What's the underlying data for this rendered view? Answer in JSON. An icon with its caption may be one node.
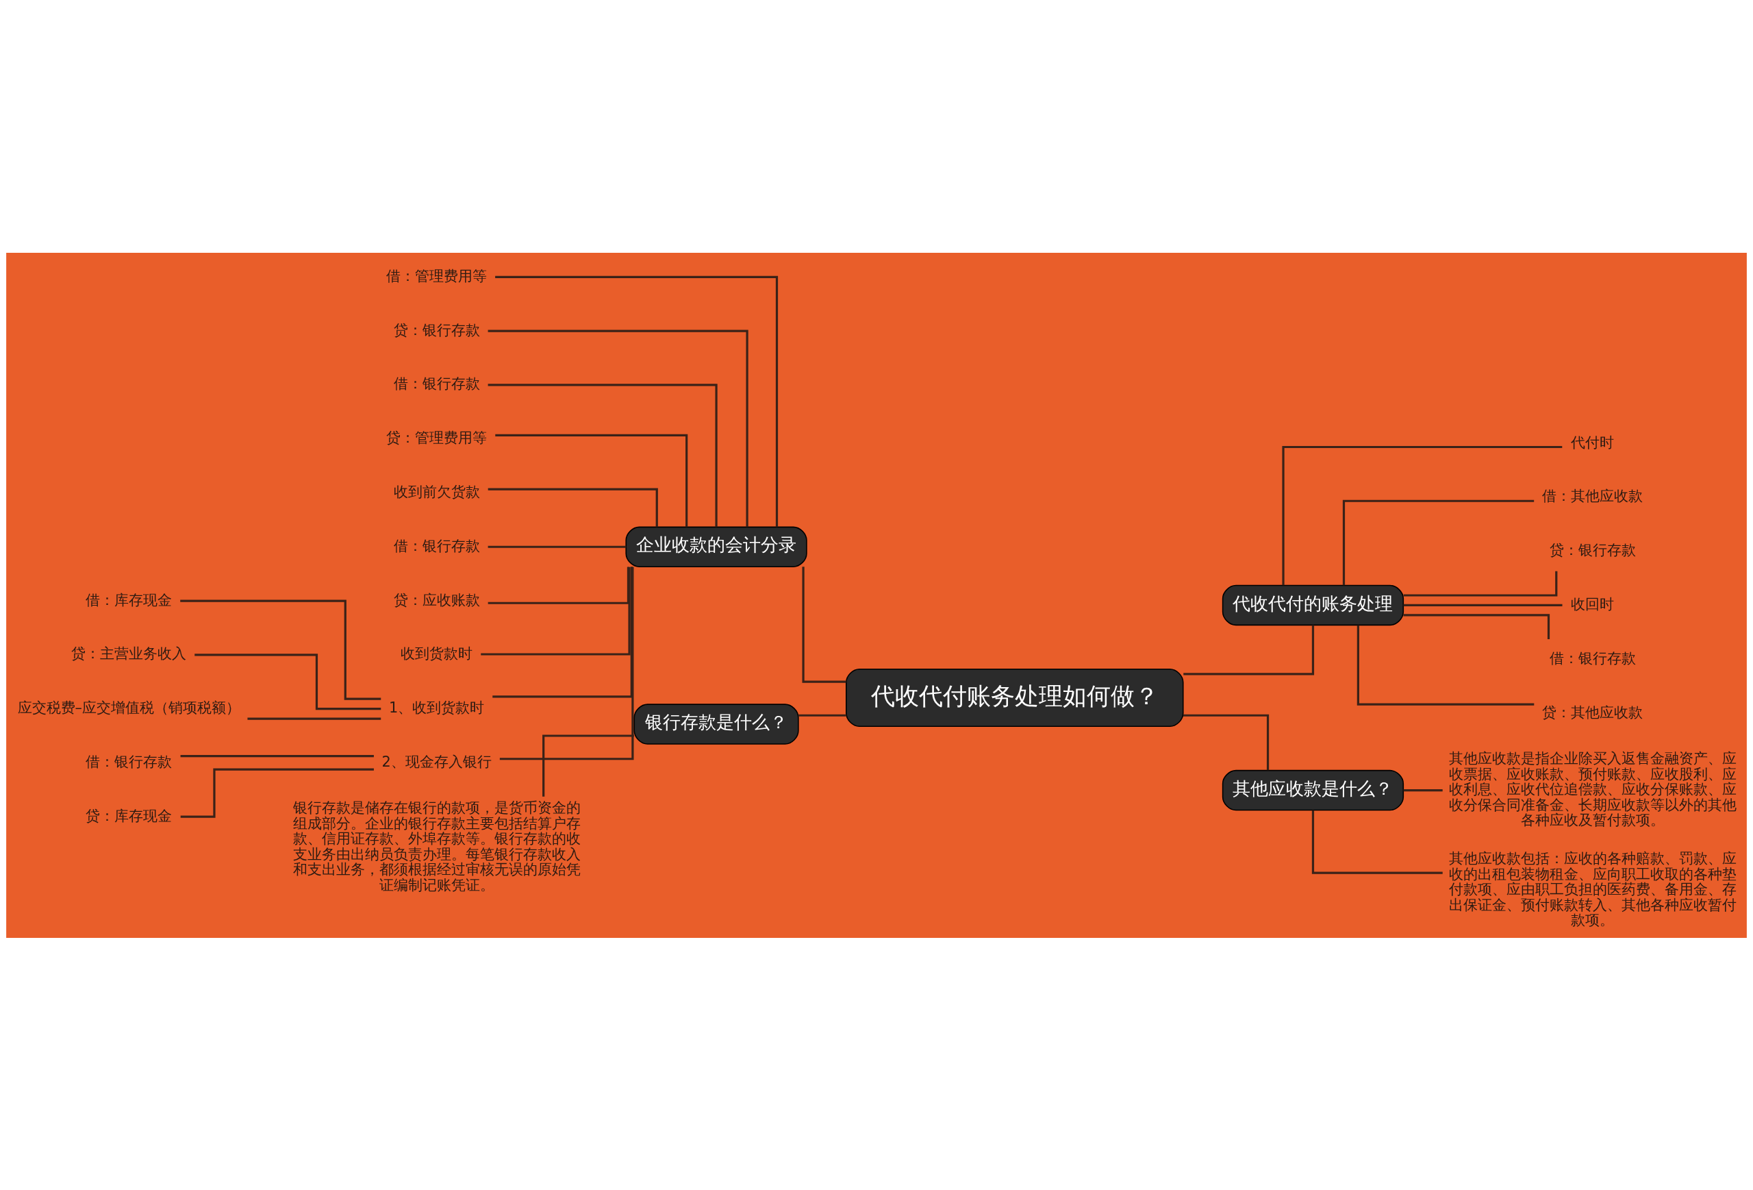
{
  "diagram": {
    "nodes": [
      {
        "text": [
          "代收代付账务处理如何做？"
        ]
      },
      {
        "text": [
          "企业收款的会计分录"
        ]
      },
      {
        "text": [
          "借：管理费用等"
        ]
      },
      {
        "text": [
          "贷：银行存款"
        ]
      },
      {
        "text": [
          "借：银行存款"
        ]
      },
      {
        "text": [
          "贷：管理费用等"
        ]
      },
      {
        "text": [
          "收到前欠货款"
        ]
      },
      {
        "text": [
          "借：银行存款"
        ]
      },
      {
        "text": [
          "贷：应收账款"
        ]
      },
      {
        "text": [
          "收到货款时"
        ]
      },
      {
        "text": [
          "1、收到货款时"
        ]
      },
      {
        "text": [
          "借：库存现金"
        ]
      },
      {
        "text": [
          "贷：主营业务收入"
        ]
      },
      {
        "text": [
          "应交税费–应交增值税（销项税额）"
        ]
      },
      {
        "text": [
          "2、现金存入银行"
        ]
      },
      {
        "text": [
          "借：银行存款"
        ]
      },
      {
        "text": [
          "贷：库存现金"
        ]
      },
      {
        "text": [
          "银行存款是什么？"
        ]
      },
      {
        "text": [
          "银行存款是储存在银行的款项，是货币资金的组成部分。企业的银行存款主要包括结算户存款、信用证存款、外埠存款等。银行存款的收支业务由出纳员负责办理。每笔银行存款收入和支出业务，都须根据经过审核无误的原始凭证编制记账凭证。"
        ]
      },
      {
        "text": [
          "代收代付的账务处理"
        ]
      },
      {
        "text": [
          "代付时"
        ]
      },
      {
        "text": [
          "借：其他应收款"
        ]
      },
      {
        "text": [
          "贷：银行存款"
        ]
      },
      {
        "text": [
          "收回时"
        ]
      },
      {
        "text": [
          "借：银行存款"
        ]
      },
      {
        "text": [
          "贷：其他应收款"
        ]
      },
      {
        "text": [
          "其他应收款是什么？"
        ]
      },
      {
        "text": [
          "其他应收款是指企业除买入返售金融资产、应收票据、应收账款、预付账款、应收股利、应收利息、应收代位追偿款、应收分保账款、应收分保合同准备金、长期应收款等以外的其他各种应收及暂付款项。"
        ]
      },
      {
        "text": [
          "其他应收款包括：应收的各种赔款、罚款、应收的出租包装物租金、应向职工收取的各种垫付款项、应由职工负担的医药费、备用金、存出保证金、预付账款转入、其他各种应收暂付款项。"
        ]
      }
    ],
    "edges": [
      {
        "from": 0,
        "to": 1,
        "arrow": "none"
      },
      {
        "from": 1,
        "to": 2,
        "arrow": "none"
      },
      {
        "from": 1,
        "to": 3,
        "arrow": "none"
      },
      {
        "from": 1,
        "to": 4,
        "arrow": "none"
      },
      {
        "from": 1,
        "to": 5,
        "arrow": "none"
      },
      {
        "from": 1,
        "to": 6,
        "arrow": "none"
      },
      {
        "from": 1,
        "to": 7,
        "arrow": "none"
      },
      {
        "from": 1,
        "to": 8,
        "arrow": "none"
      },
      {
        "from": 1,
        "to": 9,
        "arrow": "none"
      },
      {
        "from": 1,
        "to": 10,
        "arrow": "none"
      },
      {
        "from": 10,
        "to": 11,
        "arrow": "none"
      },
      {
        "from": 10,
        "to": 12,
        "arrow": "none"
      },
      {
        "from": 10,
        "to": 13,
        "arrow": "none"
      },
      {
        "from": 1,
        "to": 14,
        "arrow": "none"
      },
      {
        "from": 14,
        "to": 15,
        "arrow": "none"
      },
      {
        "from": 14,
        "to": 16,
        "arrow": "none"
      },
      {
        "from": 0,
        "to": 17,
        "arrow": "none"
      },
      {
        "from": 17,
        "to": 18,
        "arrow": "none"
      },
      {
        "from": 0,
        "to": 19,
        "arrow": "none"
      },
      {
        "from": 19,
        "to": 20,
        "arrow": "none"
      },
      {
        "from": 19,
        "to": 21,
        "arrow": "none"
      },
      {
        "from": 19,
        "to": 22,
        "arrow": "none"
      },
      {
        "from": 19,
        "to": 23,
        "arrow": "none"
      },
      {
        "from": 19,
        "to": 24,
        "arrow": "none"
      },
      {
        "from": 19,
        "to": 25,
        "arrow": "none"
      },
      {
        "from": 0,
        "to": 26,
        "arrow": "none"
      },
      {
        "from": 26,
        "to": 27,
        "arrow": "none"
      },
      {
        "from": 26,
        "to": 28,
        "arrow": "none"
      }
    ]
  }
}
